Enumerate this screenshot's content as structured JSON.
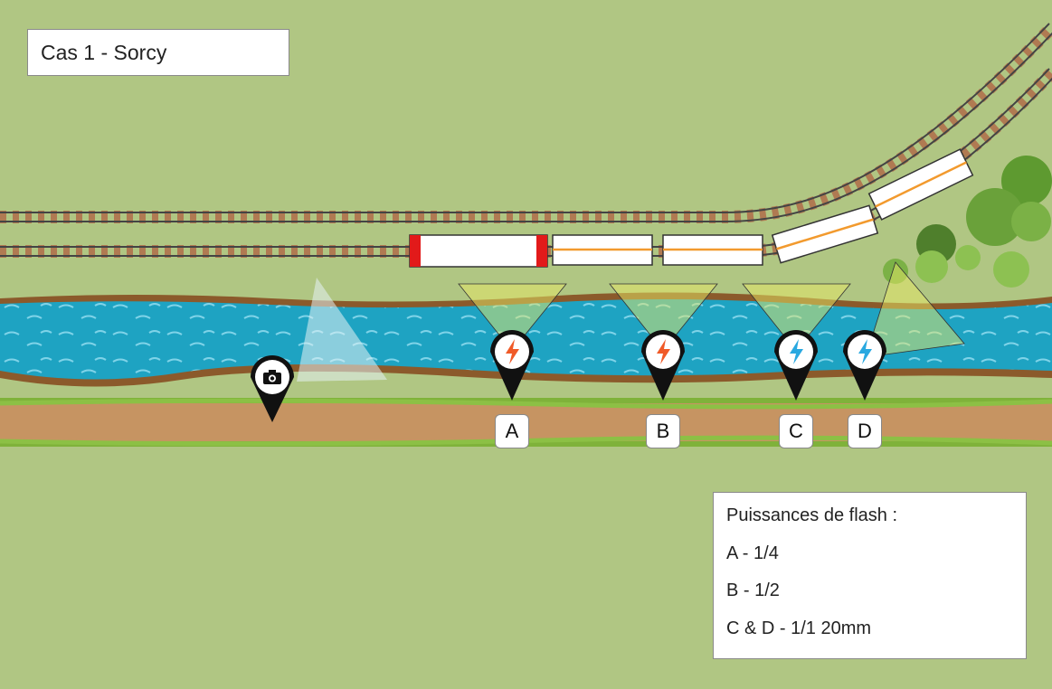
{
  "title": "Cas 1 - Sorcy",
  "legend": {
    "heading": "Puissances de flash :",
    "items": [
      "A - 1/4",
      "B - 1/2",
      "C & D - 1/1 20mm"
    ]
  },
  "positions": [
    {
      "label": "A",
      "flash_color": "#f05a28"
    },
    {
      "label": "B",
      "flash_color": "#f05a28"
    },
    {
      "label": "C",
      "flash_color": "#29a8e0"
    },
    {
      "label": "D",
      "flash_color": "#29a8e0"
    }
  ],
  "icons": {
    "camera": "camera-icon",
    "flash": "lightning-icon"
  },
  "colors": {
    "grass": "#b0c683",
    "water": "#1ea3c2",
    "riverbank": "#8b5a2b",
    "path": "#c69462",
    "train_stripe": "#f29a2e",
    "train_end": "#e21a1a",
    "tree": "#6aa13a"
  }
}
